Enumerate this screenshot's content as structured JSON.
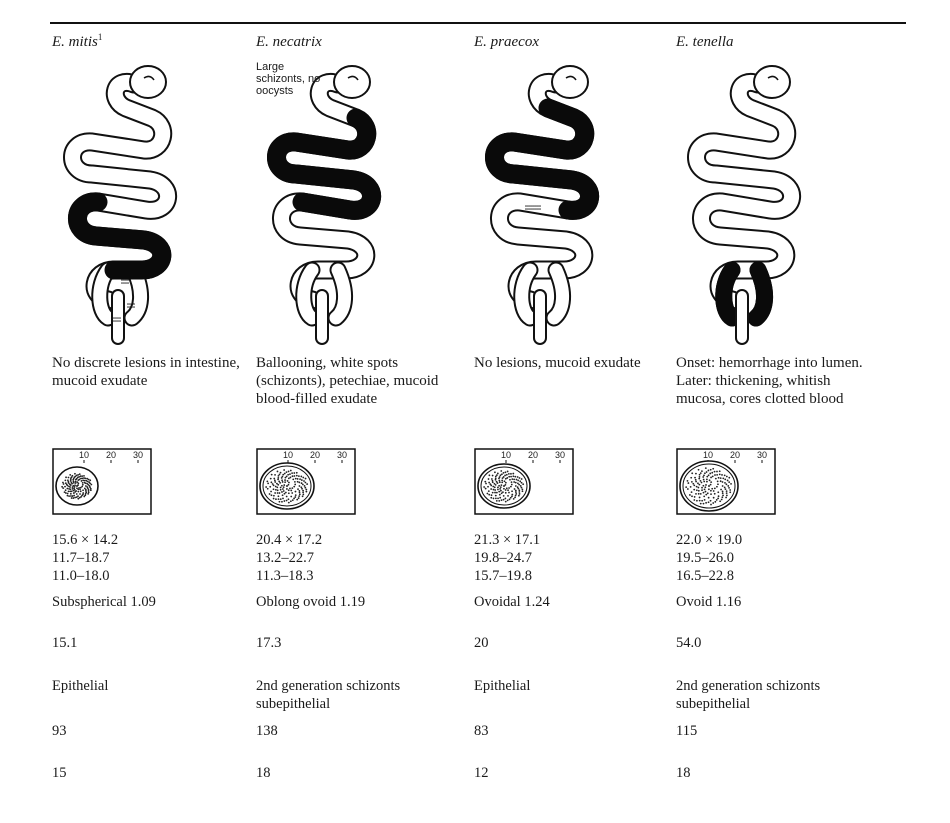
{
  "columns": [
    {
      "species": "E. mitis",
      "footnote": "1",
      "gut_note": "",
      "lesion": "No discrete lesions in intestine, mucoid exudate",
      "scale_ticks": [
        "10",
        "20",
        "30"
      ],
      "size_mean": "15.6 × 14.2",
      "size_range_1": "11.7–18.7",
      "size_range_2": "11.0–18.0",
      "shape": "Subspherical 1.09",
      "value_1": "15.1",
      "location": "Epithelial",
      "value_2": "93",
      "value_3": "15"
    },
    {
      "species": "E. necatrix",
      "footnote": "",
      "gut_note": "Large schizonts, no oocysts",
      "lesion": "Ballooning, white spots (schizonts), petechiae, mucoid blood-filled exudate",
      "scale_ticks": [
        "10",
        "20",
        "30"
      ],
      "size_mean": "20.4 × 17.2",
      "size_range_1": "13.2–22.7",
      "size_range_2": "11.3–18.3",
      "shape": "Oblong ovoid 1.19",
      "value_1": "17.3",
      "location": "2nd generation schizonts subepithelial",
      "value_2": "138",
      "value_3": "18"
    },
    {
      "species": "E. praecox",
      "footnote": "",
      "gut_note": "",
      "lesion": "No lesions, mucoid exudate",
      "scale_ticks": [
        "10",
        "20",
        "30"
      ],
      "size_mean": "21.3 × 17.1",
      "size_range_1": "19.8–24.7",
      "size_range_2": "15.7–19.8",
      "shape": "Ovoidal 1.24",
      "value_1": "20",
      "location": "Epithelial",
      "value_2": "83",
      "value_3": "12"
    },
    {
      "species": "E. tenella",
      "footnote": "",
      "gut_note": "",
      "lesion": "Onset: hemorrhage into lumen. Later: thickening, whitish mucosa, cores clotted blood",
      "scale_ticks": [
        "10",
        "20",
        "30"
      ],
      "size_mean": "22.0 × 19.0",
      "size_range_1": "19.5–26.0",
      "size_range_2": "16.5–22.8",
      "shape": "Ovoid 1.16",
      "value_1": "54.0",
      "location": "2nd generation schizonts subepithelial",
      "value_2": "115",
      "value_3": "18"
    }
  ]
}
